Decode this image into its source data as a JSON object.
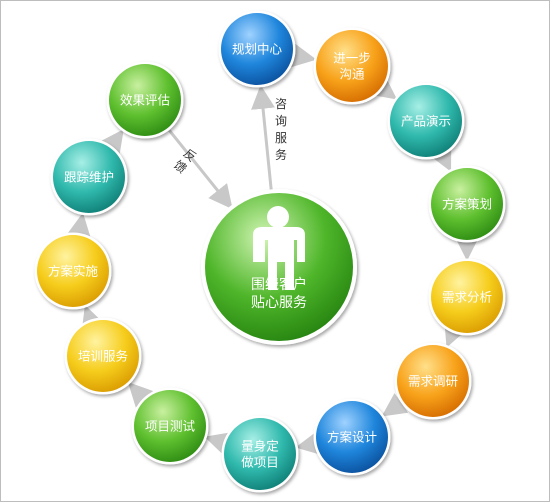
{
  "center": {
    "lines": [
      "围绕客户",
      "贴心服务"
    ],
    "icon": "person-icon"
  },
  "cycle": [
    {
      "id": "planning-center",
      "lines": [
        "规划中心"
      ],
      "color": "blue"
    },
    {
      "id": "further-communication",
      "lines": [
        "进一步",
        "沟通"
      ],
      "color": "orange"
    },
    {
      "id": "product-demo",
      "lines": [
        "产品演示"
      ],
      "color": "teal"
    },
    {
      "id": "plan-strategy",
      "lines": [
        "方案策划"
      ],
      "color": "green"
    },
    {
      "id": "requirement-analysis",
      "lines": [
        "需求分析"
      ],
      "color": "yellow"
    },
    {
      "id": "requirement-survey",
      "lines": [
        "需求调研"
      ],
      "color": "orange"
    },
    {
      "id": "plan-design",
      "lines": [
        "方案设计"
      ],
      "color": "blue"
    },
    {
      "id": "custom-project",
      "lines": [
        "量身定",
        "做项目"
      ],
      "color": "teal"
    },
    {
      "id": "project-testing",
      "lines": [
        "项目测试"
      ],
      "color": "green"
    },
    {
      "id": "training-service",
      "lines": [
        "培训服务"
      ],
      "color": "yellow"
    },
    {
      "id": "plan-implementation",
      "lines": [
        "方案实施"
      ],
      "color": "yellow"
    },
    {
      "id": "tracking-maintenance",
      "lines": [
        "跟踪维护"
      ],
      "color": "teal"
    },
    {
      "id": "effect-evaluation",
      "lines": [
        "效果评估"
      ],
      "color": "green"
    }
  ],
  "links": {
    "consult": [
      "咨",
      "询",
      "服",
      "务"
    ],
    "feedback": [
      "反",
      "馈"
    ]
  },
  "colors": {
    "blue": [
      "#9fd2ff",
      "#1f86dc",
      "#0a4f9c"
    ],
    "orange": [
      "#ffe08a",
      "#f8a21a",
      "#d46b00"
    ],
    "teal": [
      "#a7efe6",
      "#30b9ad",
      "#0e7d75"
    ],
    "green": [
      "#c9f0a0",
      "#5fc02f",
      "#2c8a12"
    ],
    "yellow": [
      "#fff3a0",
      "#f6cd1c",
      "#d99a00"
    ],
    "centerGreen": [
      "#d2f5b4",
      "#4fb62a",
      "#24820f"
    ],
    "arrow": "#c8c8c8"
  }
}
